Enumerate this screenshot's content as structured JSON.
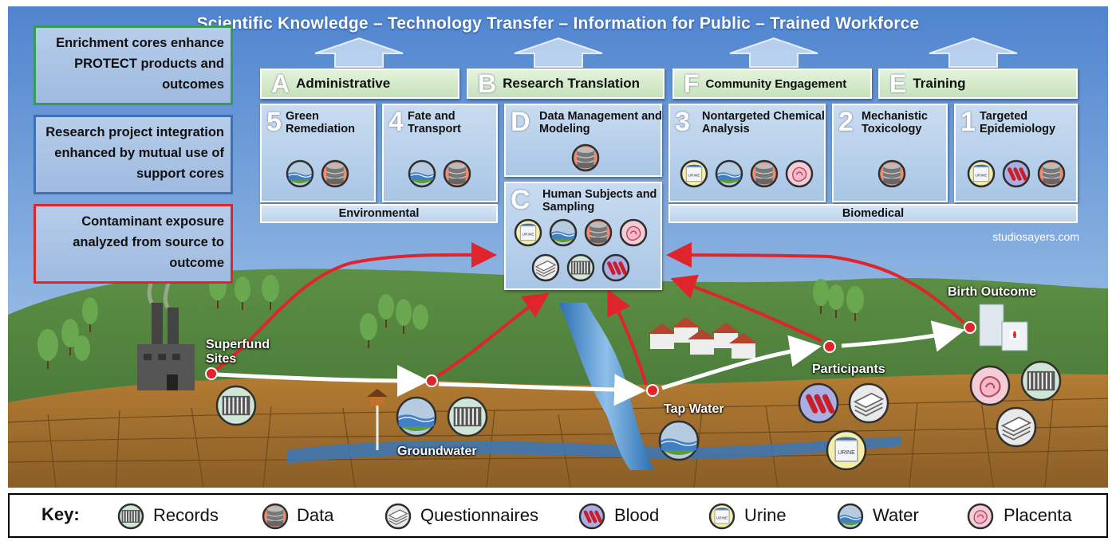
{
  "banner": "Scientific Knowledge – Technology Transfer – Information for Public – Trained Workforce",
  "notes": [
    {
      "text": "Enrichment cores enhance PROTECT products and outcomes",
      "border": "#3a9a5a"
    },
    {
      "text": "Research project integration enhanced by mutual use of support cores",
      "border": "#3f6fb5"
    },
    {
      "text": "Contaminant exposure analyzed from source to outcome",
      "border": "#e0242b"
    }
  ],
  "enrichment_cores": [
    {
      "letter": "A",
      "label": "Administrative"
    },
    {
      "letter": "B",
      "label": "Research Translation"
    },
    {
      "letter": "F",
      "label": "Community Engagement"
    },
    {
      "letter": "E",
      "label": "Training"
    }
  ],
  "projects": {
    "p5": {
      "num": "5",
      "title": "Green Remediation",
      "icons": [
        "water-icon",
        "data-icon"
      ]
    },
    "p4": {
      "num": "4",
      "title": "Fate and Transport",
      "icons": [
        "water-icon",
        "data-icon"
      ]
    },
    "d": {
      "num": "D",
      "title": "Data Management and Modeling",
      "icons": [
        "data-icon"
      ]
    },
    "p3": {
      "num": "3",
      "title": "Nontargeted Chemical Analysis",
      "icons": [
        "urine-icon",
        "water-icon",
        "data-icon",
        "placenta-icon"
      ]
    },
    "p2": {
      "num": "2",
      "title": "Mechanistic Toxicology",
      "icons": [
        "data-icon"
      ]
    },
    "p1": {
      "num": "1",
      "title": "Targeted Epidemiology",
      "icons": [
        "urine-icon",
        "blood-icon",
        "data-icon"
      ]
    },
    "c": {
      "num": "C",
      "title": "Human Subjects and Sampling",
      "icons": [
        "urine-icon",
        "water-icon",
        "data-icon",
        "placenta-icon",
        "questionnaires-icon",
        "records-icon",
        "blood-icon"
      ]
    }
  },
  "bands": {
    "environmental": "Environmental",
    "biomedical": "Biomedical"
  },
  "credit": "studiosayers.com",
  "sites": {
    "superfund": "Superfund Sites",
    "groundwater": "Groundwater",
    "tap": "Tap Water",
    "participants": "Participants",
    "birth": "Birth Outcome"
  },
  "key": {
    "title": "Key:",
    "items": [
      {
        "icon": "records-icon",
        "label": "Records"
      },
      {
        "icon": "data-icon",
        "label": "Data"
      },
      {
        "icon": "questionnaires-icon",
        "label": "Questionnaires"
      },
      {
        "icon": "blood-icon",
        "label": "Blood"
      },
      {
        "icon": "urine-icon",
        "label": "Urine"
      },
      {
        "icon": "water-icon",
        "label": "Water"
      },
      {
        "icon": "placenta-icon",
        "label": "Placenta"
      }
    ]
  },
  "urine_text": "URINE",
  "colors": {
    "red": "#e0242b",
    "green": "#3a9a5a",
    "blue": "#3f6fb5",
    "sky": "#5b8fd3",
    "grass": "#4f7f3c",
    "soil": "#a06f2f"
  }
}
